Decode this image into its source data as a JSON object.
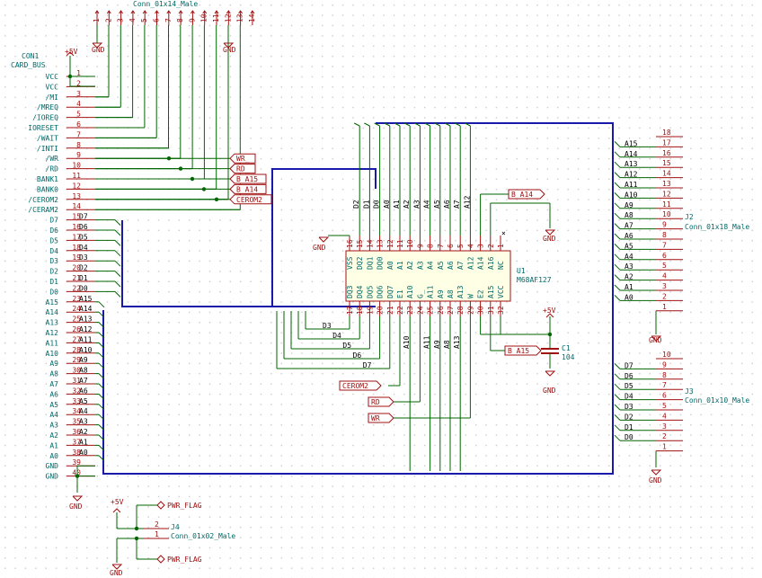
{
  "schematic": {
    "conn_top_value": "Conn_01x14_Male",
    "con1": {
      "ref": "CON1",
      "value": "CARD_BUS"
    },
    "j2": {
      "ref": "J2",
      "value": "Conn_01x18_Male"
    },
    "j3": {
      "ref": "J3",
      "value": "Conn_01x10_Male"
    },
    "j4": {
      "ref": "J4",
      "value": "Conn_01x02_Male"
    },
    "u1": {
      "ref": "U1",
      "value": "M68AF127"
    },
    "c1": {
      "ref": "C1",
      "value": "104"
    },
    "power": {
      "vcc": "+5V",
      "gnd": "GND",
      "flag": "PWR_FLAG"
    },
    "nc_mark": "NC",
    "con1_pins": [
      {
        "n": "1",
        "name": "VCC"
      },
      {
        "n": "2",
        "name": "VCC"
      },
      {
        "n": "3",
        "name": "/MI"
      },
      {
        "n": "4",
        "name": "/MREQ"
      },
      {
        "n": "5",
        "name": "/IOREQ"
      },
      {
        "n": "6",
        "name": "IORESET"
      },
      {
        "n": "7",
        "name": "/WAIT"
      },
      {
        "n": "8",
        "name": "/INTI"
      },
      {
        "n": "9",
        "name": "/WR"
      },
      {
        "n": "10",
        "name": "/RD"
      },
      {
        "n": "11",
        "name": "BANK1"
      },
      {
        "n": "12",
        "name": "BANK0"
      },
      {
        "n": "13",
        "name": "/CEROM2"
      },
      {
        "n": "14",
        "name": "/CERAM2"
      },
      {
        "n": "15",
        "name": "D7"
      },
      {
        "n": "16",
        "name": "D6"
      },
      {
        "n": "17",
        "name": "D5"
      },
      {
        "n": "18",
        "name": "D4"
      },
      {
        "n": "19",
        "name": "D3"
      },
      {
        "n": "20",
        "name": "D2"
      },
      {
        "n": "21",
        "name": "D1"
      },
      {
        "n": "22",
        "name": "D0"
      },
      {
        "n": "23",
        "name": "A15"
      },
      {
        "n": "24",
        "name": "A14"
      },
      {
        "n": "25",
        "name": "A13"
      },
      {
        "n": "26",
        "name": "A12"
      },
      {
        "n": "27",
        "name": "A11"
      },
      {
        "n": "28",
        "name": "A10"
      },
      {
        "n": "29",
        "name": "A9"
      },
      {
        "n": "30",
        "name": "A8"
      },
      {
        "n": "31",
        "name": "A7"
      },
      {
        "n": "32",
        "name": "A6"
      },
      {
        "n": "33",
        "name": "A5"
      },
      {
        "n": "34",
        "name": "A4"
      },
      {
        "n": "35",
        "name": "A3"
      },
      {
        "n": "36",
        "name": "A2"
      },
      {
        "n": "37",
        "name": "A1"
      },
      {
        "n": "38",
        "name": "A0"
      },
      {
        "n": "39",
        "name": "GND"
      },
      {
        "n": "40",
        "name": "GND"
      }
    ],
    "con1_netlabels": [
      "D7",
      "D6",
      "D5",
      "D4",
      "D3",
      "D2",
      "D1",
      "D0",
      "A15",
      "A14",
      "A13",
      "A12",
      "A11",
      "A10",
      "A9",
      "A8",
      "A7",
      "A6",
      "A5",
      "A4",
      "A3",
      "A2",
      "A1",
      "A0"
    ],
    "top_pins": [
      "1",
      "2",
      "3",
      "4",
      "5",
      "6",
      "7",
      "8",
      "9",
      "10",
      "11",
      "12",
      "13",
      "14"
    ],
    "hier_labels_left": [
      "WR_",
      "RD_",
      "B_A15",
      "B_A14",
      "CEROM2"
    ],
    "hier_labels_bottom": [
      "CEROM2",
      "RD_",
      "WR_"
    ],
    "hl_ba14_top": "B_A14",
    "hl_ba15_right": "B_A15",
    "u1_top_pins": [
      {
        "n": "16",
        "name": "VSS",
        "net": ""
      },
      {
        "n": "15",
        "name": "DQ2",
        "net": "D2"
      },
      {
        "n": "14",
        "name": "DQ1",
        "net": "D1"
      },
      {
        "n": "13",
        "name": "DQ0",
        "net": "D0"
      },
      {
        "n": "12",
        "name": "A0",
        "net": "A0"
      },
      {
        "n": "11",
        "name": "A1",
        "net": "A1"
      },
      {
        "n": "10",
        "name": "A2",
        "net": "A2"
      },
      {
        "n": "9",
        "name": "A3",
        "net": "A3"
      },
      {
        "n": "8",
        "name": "A4",
        "net": "A4"
      },
      {
        "n": "7",
        "name": "A5",
        "net": "A5"
      },
      {
        "n": "6",
        "name": "A6",
        "net": "A6"
      },
      {
        "n": "5",
        "name": "A7",
        "net": "A7"
      },
      {
        "n": "4",
        "name": "A12",
        "net": "A12"
      },
      {
        "n": "3",
        "name": "A14",
        "net": ""
      },
      {
        "n": "2",
        "name": "A16",
        "net": ""
      },
      {
        "n": "1",
        "name": "NC",
        "net": ""
      }
    ],
    "u1_bottom_pins": [
      {
        "n": "17",
        "name": "DQ3",
        "net": "D3"
      },
      {
        "n": "18",
        "name": "DQ4",
        "net": "D4"
      },
      {
        "n": "19",
        "name": "DQ5",
        "net": "D5"
      },
      {
        "n": "20",
        "name": "DQ6",
        "net": "D6"
      },
      {
        "n": "21",
        "name": "DQ7",
        "net": "D7"
      },
      {
        "n": "22",
        "name": "E1",
        "net": ""
      },
      {
        "n": "23",
        "name": "A10",
        "net": "A10"
      },
      {
        "n": "24",
        "name": "G_",
        "net": ""
      },
      {
        "n": "25",
        "name": "A11",
        "net": "A11"
      },
      {
        "n": "26",
        "name": "A9",
        "net": "A9"
      },
      {
        "n": "27",
        "name": "A8",
        "net": "A8"
      },
      {
        "n": "28",
        "name": "A13",
        "net": "A13"
      },
      {
        "n": "29",
        "name": "W",
        "net": ""
      },
      {
        "n": "30",
        "name": "E2",
        "net": ""
      },
      {
        "n": "31",
        "name": "A15",
        "net": ""
      },
      {
        "n": "32",
        "name": "VCC",
        "net": ""
      }
    ],
    "j2_pins": [
      {
        "n": "18",
        "net": ""
      },
      {
        "n": "17",
        "net": "A15"
      },
      {
        "n": "16",
        "net": "A14"
      },
      {
        "n": "15",
        "net": "A13"
      },
      {
        "n": "14",
        "net": "A12"
      },
      {
        "n": "13",
        "net": "A11"
      },
      {
        "n": "12",
        "net": "A10"
      },
      {
        "n": "11",
        "net": "A9"
      },
      {
        "n": "10",
        "net": "A8"
      },
      {
        "n": "9",
        "net": "A7"
      },
      {
        "n": "8",
        "net": "A6"
      },
      {
        "n": "7",
        "net": "A5"
      },
      {
        "n": "6",
        "net": "A4"
      },
      {
        "n": "5",
        "net": "A3"
      },
      {
        "n": "4",
        "net": "A2"
      },
      {
        "n": "3",
        "net": "A1"
      },
      {
        "n": "2",
        "net": "A0"
      },
      {
        "n": "1",
        "net": ""
      }
    ],
    "j3_pins": [
      {
        "n": "10",
        "net": ""
      },
      {
        "n": "9",
        "net": "D7"
      },
      {
        "n": "8",
        "net": "D6"
      },
      {
        "n": "7",
        "net": "D5"
      },
      {
        "n": "6",
        "net": "D4"
      },
      {
        "n": "5",
        "net": "D3"
      },
      {
        "n": "4",
        "net": "D2"
      },
      {
        "n": "3",
        "net": "D1"
      },
      {
        "n": "2",
        "net": "D0"
      },
      {
        "n": "1",
        "net": ""
      }
    ],
    "j4_pins": [
      "2",
      "1"
    ],
    "u1_bottom_netlabels": [
      "D3",
      "D4",
      "D5",
      "D6",
      "D7"
    ]
  }
}
